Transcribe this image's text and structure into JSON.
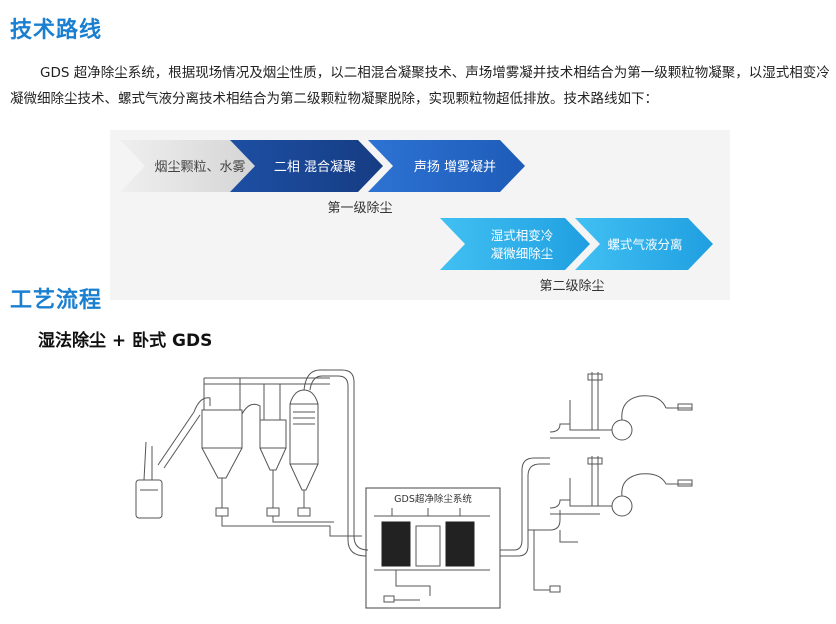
{
  "section1": {
    "title": "技术路线",
    "paragraph": "GDS 超净除尘系统，根据现场情况及烟尘性质，以二相混合凝聚技术、声场增雾凝并技术相结合为第一级颗粒物凝聚，以湿式相变冷凝微细除尘技术、螺式气液分离技术相结合为第二级颗粒物凝聚脱除，实现颗粒物超低排放。技术路线如下："
  },
  "roadmap": {
    "stage1": {
      "arrows": [
        "烟尘颗粒、水雾",
        "二相 混合凝聚",
        "声扬 增雾凝并"
      ],
      "label": "第一级除尘"
    },
    "stage2": {
      "arrows": [
        "湿式相变冷凝微细除尘",
        "螺式气液分离"
      ],
      "arrow1_line1": "湿式相变冷",
      "arrow1_line2": "凝微细除尘",
      "label": "第二级除尘"
    },
    "colors": {
      "gray": "#dcdcdc",
      "navy": "#1b4a9c",
      "blue": "#2a6fcf",
      "cyan": "#2ab0ea"
    }
  },
  "section2": {
    "title": "工艺流程",
    "subtitle": "湿法除尘 + 卧式 GDS"
  },
  "flowchart": {
    "box_label": "GDS超净除尘系统"
  }
}
